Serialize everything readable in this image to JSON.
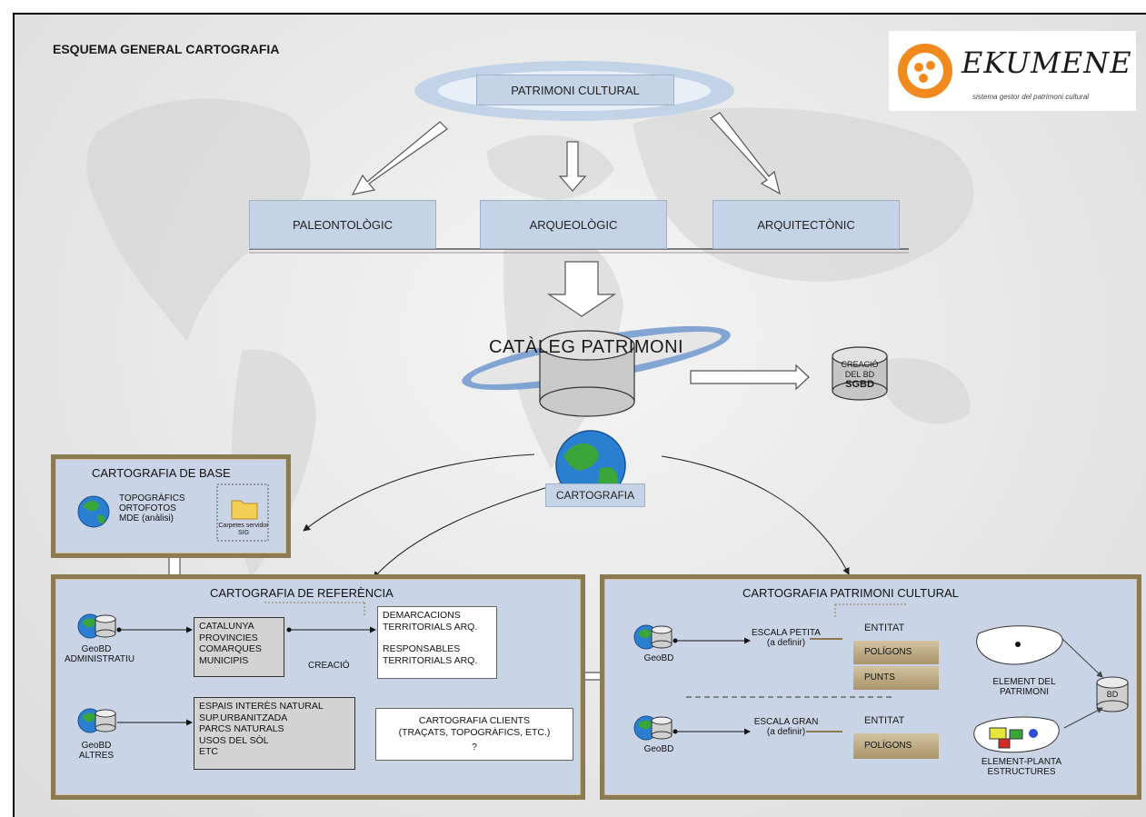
{
  "title": "ESQUEMA GENERAL  CARTOGRAFIA",
  "logo": {
    "name": "EKUMENE",
    "tagline": "sistema gestor del patrimoni cultural"
  },
  "root": "PATRIMONI CULTURAL",
  "categories": [
    "PALEONTOLÒGIC",
    "ARQUEOLÒGIC",
    "ARQUITECTÒNIC"
  ],
  "catalog": "CATÀLEG PATRIMONI",
  "sgbd": {
    "line1": "CREACIÓ",
    "line2": "DEL BD",
    "line3": "SGBD"
  },
  "cartografia": "CARTOGRAFIA",
  "base": {
    "title": "CARTOGRAFIA DE BASE",
    "items": [
      "TOPOGRÀFICS",
      "ORTOFOTOS",
      "MDE (anàlisi)"
    ],
    "folder": "Carpetes servidor SIG"
  },
  "referencia": {
    "title": "CARTOGRAFIA DE REFERÈNCIA",
    "geobd1": [
      "GeoBD",
      "ADMINISTRATIU"
    ],
    "admin_items": [
      "CATALUNYA",
      "PROVINCIES",
      "COMARQUES",
      "MUNICIPIS"
    ],
    "creacio": "CREACIÓ",
    "demarcacions": [
      "DEMARCACIONS",
      "TERRITORIALS ARQ."
    ],
    "responsables": [
      "RESPONSABLES",
      "TERRITORIALS ARQ."
    ],
    "geobd2": [
      "GeoBD",
      "ALTRES"
    ],
    "altres_items": [
      "ESPAIS INTERÈS NATURAL",
      "SUP.URBANITZADA",
      "PARCS NATURALS",
      "USOS DEL SÒL",
      "ETC"
    ],
    "clients": [
      "CARTOGRAFIA CLIENTS",
      "(TRAÇATS, TOPOGRÀFICS, ETC.)",
      "?"
    ]
  },
  "patrimoni": {
    "title": "CARTOGRAFIA PATRIMONI CULTURAL",
    "geobd": "GeoBD",
    "escala_petita": [
      "ESCALA PETITA",
      "(a definir)"
    ],
    "escala_gran": [
      "ESCALA GRAN",
      "(a definir)"
    ],
    "entitat": "ENTITAT",
    "poligons": "POLÍGONS",
    "punts": "PUNTS",
    "element": [
      "ELEMENT DEL",
      "PATRIMONI"
    ],
    "element_planta": [
      "ELEMENT-PLANTA",
      "ESTRUCTURES"
    ],
    "bd": "BD"
  },
  "colors": {
    "box_blue": "#c4d3e6",
    "panel_border": "#8c7a52",
    "tan": "#b09c70"
  }
}
